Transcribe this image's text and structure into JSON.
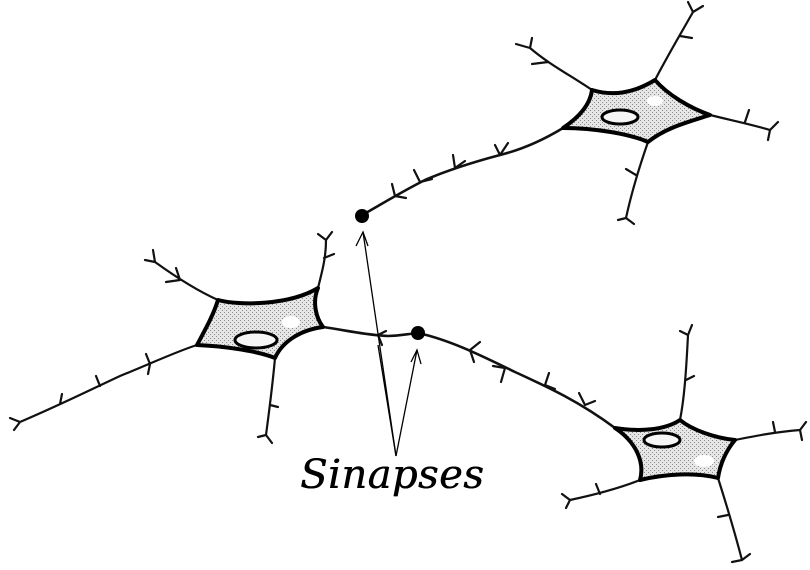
{
  "label": {
    "text": "Sinapses"
  },
  "colors": {
    "ink": "#000000",
    "soma_fill_dots": "#8a8a8a",
    "soma_fill_base": "#e6e6e6",
    "background": "#ffffff"
  },
  "neurons": [
    {
      "id": "neuron-top-right"
    },
    {
      "id": "neuron-middle-left"
    },
    {
      "id": "neuron-bottom-right"
    }
  ],
  "synapses": [
    {
      "id": "synapse-upper"
    },
    {
      "id": "synapse-lower"
    }
  ]
}
